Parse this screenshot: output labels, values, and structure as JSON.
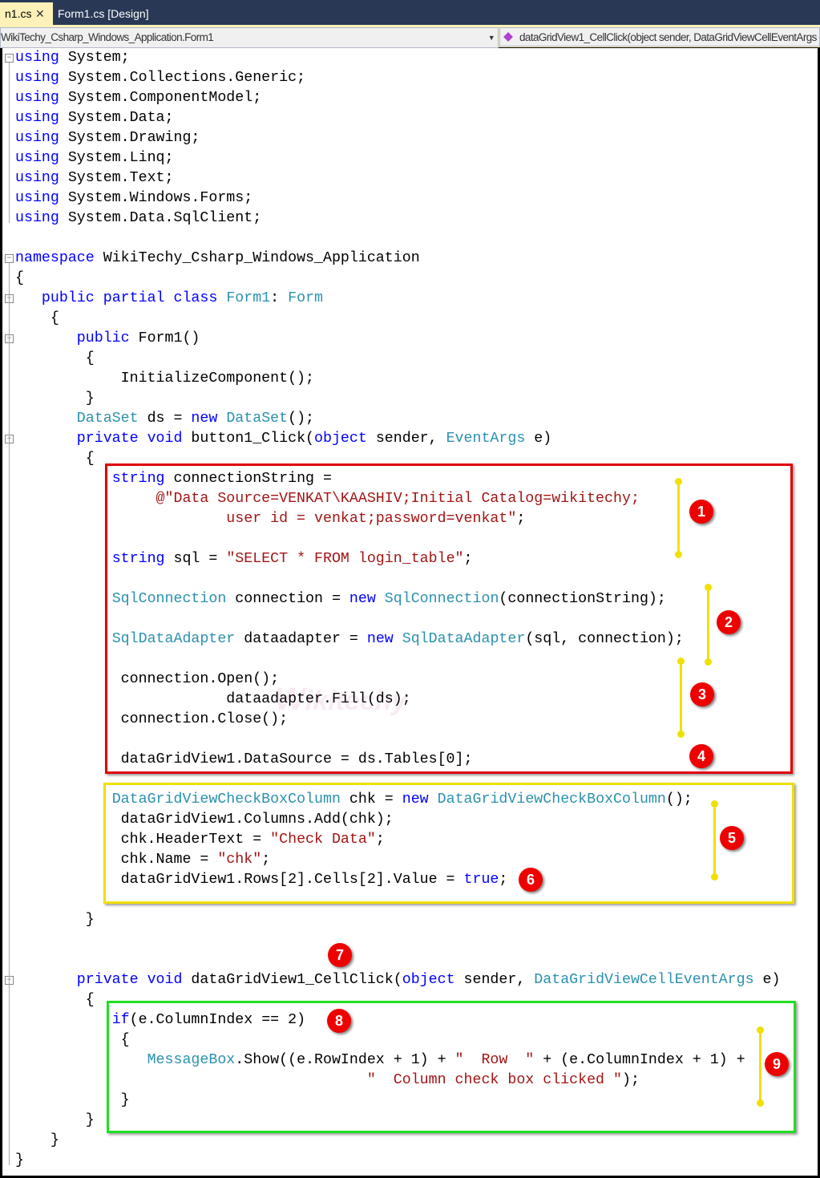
{
  "tabs": [
    {
      "label": "n1.cs",
      "close": "✕"
    },
    {
      "label": "Form1.cs [Design]"
    }
  ],
  "nav": {
    "class_combo": "WikiTechy_Csharp_Windows_Application.Form1",
    "member_combo": "dataGridView1_CellClick(object sender, DataGridViewCellEventArgs e)"
  },
  "watermark": "Wikitechy",
  "code_lines": [
    [
      [
        "kw",
        "using"
      ],
      [
        "",
        "System;"
      ]
    ],
    [
      [
        "kw",
        "using"
      ],
      [
        "",
        "System.Collections.Generic;"
      ]
    ],
    [
      [
        "kw",
        "using"
      ],
      [
        "",
        "System.ComponentModel;"
      ]
    ],
    [
      [
        "kw",
        "using"
      ],
      [
        "",
        "System.Data;"
      ]
    ],
    [
      [
        "kw",
        "using"
      ],
      [
        "",
        "System.Drawing;"
      ]
    ],
    [
      [
        "kw",
        "using"
      ],
      [
        "",
        "System.Linq;"
      ]
    ],
    [
      [
        "kw",
        "using"
      ],
      [
        "",
        "System.Text;"
      ]
    ],
    [
      [
        "kw",
        "using"
      ],
      [
        "",
        "System.Windows.Forms;"
      ]
    ],
    [
      [
        "kw",
        "using"
      ],
      [
        "",
        "System.Data.SqlClient;"
      ]
    ],
    [],
    [
      [
        "kw",
        "namespace"
      ],
      [
        "",
        "WikiTechy_Csharp_Windows_Application"
      ]
    ],
    [
      [
        "",
        "{"
      ]
    ],
    [
      [
        "",
        "   "
      ],
      [
        "kw",
        "public"
      ],
      [
        "kw",
        "partial"
      ],
      [
        "kw",
        "class"
      ],
      [
        "ty",
        "Form1"
      ],
      [
        "",
        ":"
      ],
      [
        "ty",
        "Form"
      ]
    ],
    [
      [
        "",
        "    {"
      ]
    ],
    [
      [
        "",
        "       "
      ],
      [
        "kw",
        "public"
      ],
      [
        "",
        "Form1()"
      ]
    ],
    [
      [
        "",
        "        {"
      ]
    ],
    [
      [
        "",
        "            InitializeComponent();"
      ]
    ],
    [
      [
        "",
        "        }"
      ]
    ],
    [
      [
        "",
        "       "
      ],
      [
        "ty",
        "DataSet"
      ],
      [
        "",
        "ds ="
      ],
      [
        "kw",
        "new"
      ],
      [
        "ty",
        "DataSet"
      ],
      [
        "",
        "();"
      ]
    ],
    [
      [
        "",
        "       "
      ],
      [
        "kw",
        "private"
      ],
      [
        "kw",
        "void"
      ],
      [
        "",
        "button1_Click("
      ],
      [
        "kw",
        "object"
      ],
      [
        "",
        "sender,"
      ],
      [
        "ty",
        "EventArgs"
      ],
      [
        "",
        "e)"
      ]
    ],
    [
      [
        "",
        "        {"
      ]
    ],
    [
      [
        "",
        "           "
      ],
      [
        "kw",
        "string"
      ],
      [
        "",
        "connectionString ="
      ]
    ],
    [
      [
        "st",
        "                @\"Data Source=VENKAT\\KAASHIV;Initial Catalog=wikitechy;"
      ]
    ],
    [
      [
        "st",
        "                        user id = venkat;password=venkat\""
      ],
      [
        "",
        ";"
      ]
    ],
    [],
    [
      [
        "",
        "           "
      ],
      [
        "kw",
        "string"
      ],
      [
        "",
        "sql = "
      ],
      [
        "st",
        "\"SELECT * FROM login_table\""
      ],
      [
        "",
        ";"
      ]
    ],
    [],
    [
      [
        "",
        "           "
      ],
      [
        "ty",
        "SqlConnection"
      ],
      [
        "",
        "connection ="
      ],
      [
        "kw",
        "new"
      ],
      [
        "ty",
        "SqlConnection"
      ],
      [
        "",
        "(connectionString);"
      ]
    ],
    [],
    [
      [
        "",
        "           "
      ],
      [
        "ty",
        "SqlDataAdapter"
      ],
      [
        "",
        "dataadapter ="
      ],
      [
        "kw",
        "new"
      ],
      [
        "ty",
        "SqlDataAdapter"
      ],
      [
        "",
        "(sql, connection);"
      ]
    ],
    [],
    [
      [
        "",
        "            connection.Open();"
      ]
    ],
    [
      [
        "",
        "                        dataadapter.Fill(ds);"
      ]
    ],
    [
      [
        "",
        "            connection.Close();"
      ]
    ],
    [],
    [
      [
        "",
        "            dataGridView1.DataSource = ds.Tables[0];"
      ]
    ],
    [],
    [
      [
        "",
        "           "
      ],
      [
        "ty",
        "DataGridViewCheckBoxColumn"
      ],
      [
        "",
        "chk ="
      ],
      [
        "kw",
        "new"
      ],
      [
        "ty",
        "DataGridViewCheckBoxColumn"
      ],
      [
        "",
        "();"
      ]
    ],
    [
      [
        "",
        "            dataGridView1.Columns.Add(chk);"
      ]
    ],
    [
      [
        "",
        "            chk.HeaderText = "
      ],
      [
        "st",
        "\"Check Data\""
      ],
      [
        "",
        ";"
      ]
    ],
    [
      [
        "",
        "            chk.Name = "
      ],
      [
        "st",
        "\"chk\""
      ],
      [
        "",
        ";"
      ]
    ],
    [
      [
        "",
        "            dataGridView1.Rows[2].Cells[2].Value ="
      ],
      [
        "kw",
        "true"
      ],
      [
        "",
        ";"
      ]
    ],
    [],
    [
      [
        "",
        "        }"
      ]
    ],
    [],
    [],
    [
      [
        "",
        "       "
      ],
      [
        "kw",
        "private"
      ],
      [
        "kw",
        "void"
      ],
      [
        "",
        "dataGridView1_CellClick("
      ],
      [
        "kw",
        "object"
      ],
      [
        "",
        "sender,"
      ],
      [
        "ty",
        "DataGridViewCellEventArgs"
      ],
      [
        "",
        "e)"
      ]
    ],
    [
      [
        "",
        "        {"
      ]
    ],
    [
      [
        "",
        "           "
      ],
      [
        "kw",
        "if"
      ],
      [
        "",
        "(e.ColumnIndex == 2)"
      ]
    ],
    [
      [
        "",
        "            {"
      ]
    ],
    [
      [
        "",
        "               "
      ],
      [
        "ty",
        "MessageBox"
      ],
      [
        "",
        ".Show((e.RowIndex + 1) + "
      ],
      [
        "st",
        "\"  Row  \""
      ],
      [
        "",
        "+ (e.ColumnIndex + 1) +"
      ]
    ],
    [
      [
        "",
        "                                        "
      ],
      [
        "st",
        "\"  Column check box clicked \""
      ],
      [
        "",
        ");"
      ]
    ],
    [
      [
        "",
        "            }"
      ]
    ],
    [
      [
        "",
        "        }"
      ]
    ],
    [
      [
        "",
        "    }"
      ]
    ],
    [
      [
        "",
        "}"
      ]
    ]
  ],
  "annotations": {
    "colors": {
      "red": "#e00000",
      "yellow": "#f0e000",
      "green": "#20e020"
    },
    "badges": [
      "1",
      "2",
      "3",
      "4",
      "5",
      "6",
      "7",
      "8",
      "9"
    ]
  }
}
